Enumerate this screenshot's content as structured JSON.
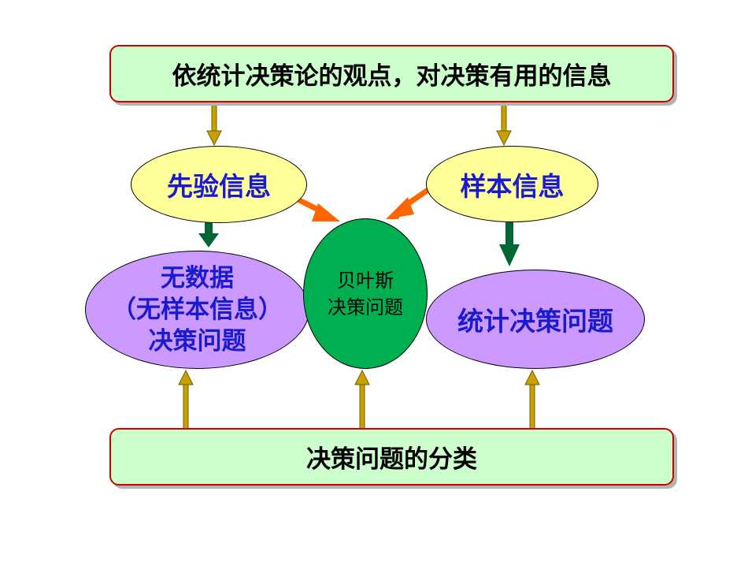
{
  "top_box": {
    "text": "依统计决策论的观点，对决策有用的信息"
  },
  "bottom_box": {
    "text": "决策问题的分类"
  },
  "prior_info": {
    "text": "先验信息"
  },
  "sample_info": {
    "text": "样本信息"
  },
  "no_data_problem": {
    "line1": "无数据",
    "line2": "（无样本信息）",
    "line3": "决策问题"
  },
  "bayes_problem": {
    "line1": "贝叶斯",
    "line2": "决策问题"
  },
  "stat_problem": {
    "text": "统计决策问题"
  },
  "colors": {
    "box_fill": "#ccffcc",
    "box_border": "#cc0000",
    "yellow": "#ffff99",
    "purple": "#cc99ff",
    "green": "#00b050",
    "text_blue": "#1a1ad0",
    "arrow_gold": "#c8a000",
    "arrow_orange": "#ff6600",
    "arrow_darkgreen": "#006633"
  }
}
